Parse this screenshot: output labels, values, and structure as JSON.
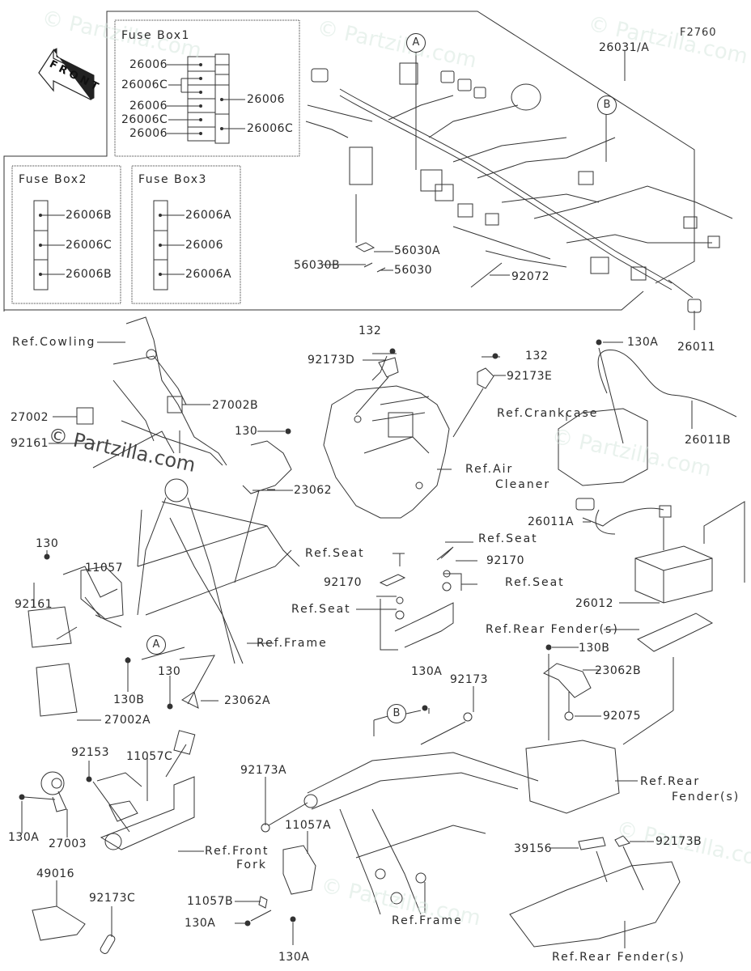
{
  "figure_code": "F2760",
  "front_arrow": "FRONT",
  "watermark": "© Partzilla.com",
  "fuse_boxes": [
    {
      "title": "Fuse Box1",
      "left_labels": [
        "26006",
        "26006C",
        "26006",
        "26006C",
        "26006"
      ],
      "right_labels": [
        "26006",
        "26006C"
      ]
    },
    {
      "title": "Fuse Box2",
      "labels": [
        "26006B",
        "26006C",
        "26006B"
      ]
    },
    {
      "title": "Fuse Box3",
      "labels": [
        "26006A",
        "26006",
        "26006A"
      ]
    }
  ],
  "callouts": {
    "A": "A",
    "B": "B"
  },
  "labels": {
    "harness": "26031/A",
    "p56030A": "56030A",
    "p56030B": "56030B",
    "p56030": "56030",
    "p92072": "92072",
    "p26011": "26011",
    "ref_cowling": "Ref.Cowling",
    "p27002": "27002",
    "p27002B": "27002B",
    "p92161_top": "92161",
    "p130_top": "130",
    "p23062": "23062",
    "p132_a": "132",
    "p92173D": "92173D",
    "p132_b": "132",
    "p92173E": "92173E",
    "ref_air_cleaner_1": "Ref.Air",
    "ref_air_cleaner_2": "Cleaner",
    "p130A_top": "130A",
    "ref_crankcase": "Ref.Crankcase",
    "p26011B": "26011B",
    "p26011A": "26011A",
    "p130_left": "130",
    "p11057": "11057",
    "p92161": "92161",
    "ref_seat_1": "Ref.Seat",
    "p92170_1": "92170",
    "ref_seat_2": "Ref.Seat",
    "ref_seat_3": "Ref.Seat",
    "p92170_2": "92170",
    "ref_seat_4": "Ref.Seat",
    "p26012": "26012",
    "ref_rear_fender_1": "Ref.Rear Fender(s)",
    "ref_frame_1": "Ref.Frame",
    "p130B_left": "130B",
    "p130_mid": "130",
    "p23062A": "23062A",
    "p27002A": "27002A",
    "p130B_right": "130B",
    "p23062B": "23062B",
    "p92075": "92075",
    "p130A_mid": "130A",
    "p92173": "92173",
    "p92153": "92153",
    "p11057C": "11057C",
    "p92173A": "92173A",
    "ref_rear_fender_2a": "Ref.Rear",
    "ref_rear_fender_2b": "Fender(s)",
    "p130A_left": "130A",
    "p27003": "27003",
    "ref_front_fork_1": "Ref.Front",
    "ref_front_fork_2": "Fork",
    "p11057A": "11057A",
    "p39156": "39156",
    "p92173B": "92173B",
    "p49016": "49016",
    "p92173C": "92173C",
    "p11057B": "11057B",
    "p130A_bl": "130A",
    "ref_frame_2": "Ref.Frame",
    "p130A_bot": "130A",
    "ref_rear_fender_3": "Ref.Rear Fender(s)"
  }
}
